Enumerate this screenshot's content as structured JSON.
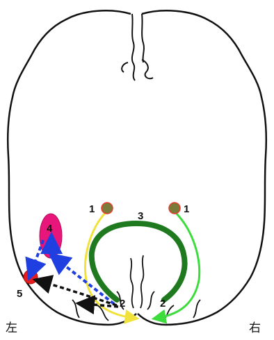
{
  "labels": {
    "one_left": "1",
    "one_right": "1",
    "two_left": "2",
    "two_right": "2",
    "three": "3",
    "four": "4",
    "five": "5"
  },
  "sides": {
    "left": "左",
    "right": "右"
  },
  "colors": {
    "outline": "#111111",
    "node_one": "#7a7a3a",
    "node_one_ring": "#e8392a",
    "yellow_path": "#f0e23a",
    "green_path": "#1f7a1f",
    "light_green_path": "#3ddc3d",
    "blue_arrow": "#1f3fe0",
    "black_arrow": "#111111",
    "node_four": "#e8157a",
    "node_five": "#e81c1c"
  }
}
